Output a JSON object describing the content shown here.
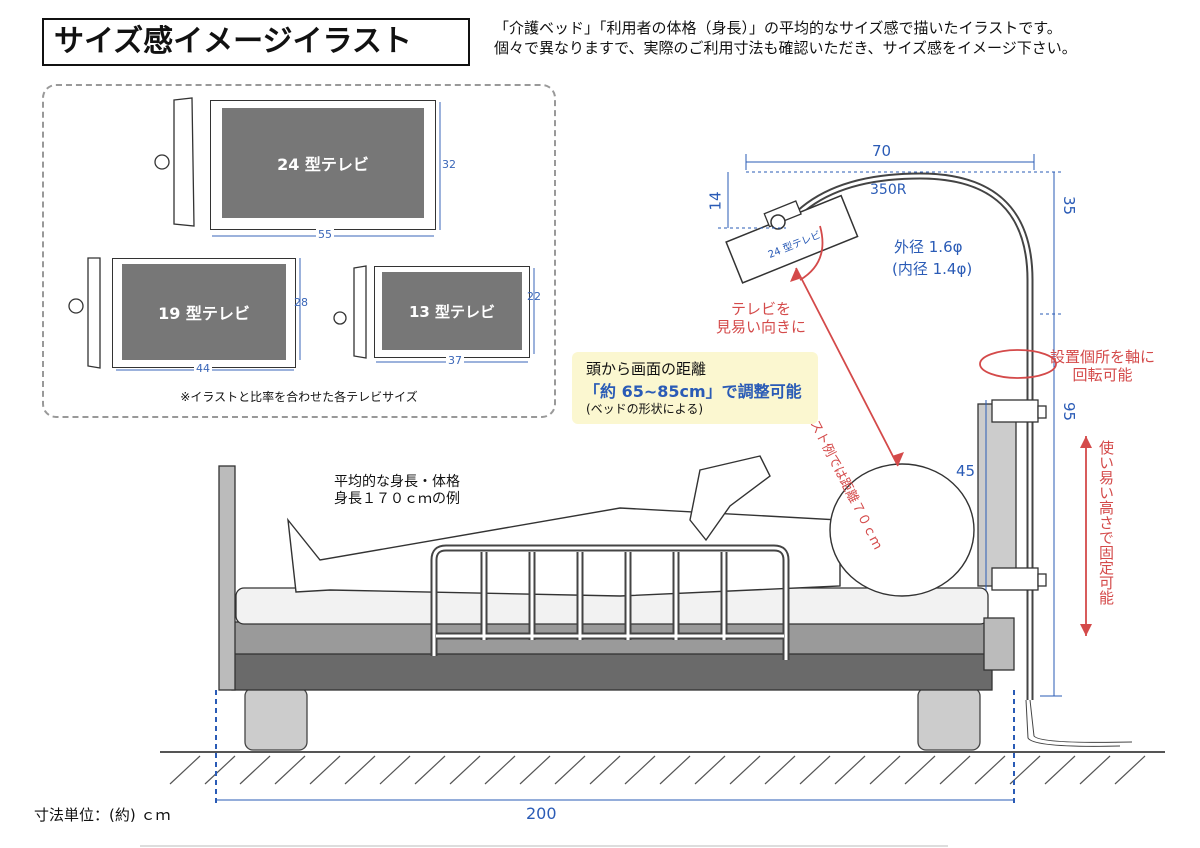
{
  "title": "サイズ感イメージイラスト",
  "intro": {
    "line1": "「介護ベッド」「利用者の体格（身長）」の平均的なサイズ感で描いたイラストです。",
    "line2": "個々で異なりますで、実際のご利用寸法も確認いただき、サイズ感をイメージ下さい。"
  },
  "tvs": {
    "tv24": {
      "label": "24 型テレビ",
      "width": "55",
      "height": "32"
    },
    "tv19": {
      "label": "19 型テレビ",
      "width": "44",
      "height": "28"
    },
    "tv13": {
      "label": "13 型テレビ",
      "width": "37",
      "height": "22"
    },
    "note": "※イラストと比率を合わせた各テレビサイズ"
  },
  "distance_box": {
    "line1": "頭から画面の距離",
    "line2": "「約 65~85cm」で調整可能",
    "line3": "(ベッドの形状による)"
  },
  "person": {
    "line1": "平均的な身長・体格",
    "line2": "身長１７０ｃｍの例"
  },
  "arm": {
    "width": "70",
    "top_offset": "14",
    "radius": "350R",
    "outer": "外径 1.6φ",
    "inner": "(内径 1.4φ)",
    "upper_height": "35",
    "lower_height": "95",
    "mount_height": "45",
    "tv_label": "24 型テレビ"
  },
  "notes": {
    "tv_angle": [
      "テレビを",
      "見易い向きに"
    ],
    "example_distance": "このイラスト例では距離７０ｃｍ",
    "rotate": [
      "設置個所を軸に",
      "回転可能"
    ],
    "height_fixed": "使い易い高さで固定可能"
  },
  "bed_length": "200",
  "unit_label": "寸法単位：(約) ｃｍ",
  "colors": {
    "blue": "#2a5bb6",
    "red": "#d44a4a",
    "screen": "#777777",
    "yellow": "#fbf7d0"
  }
}
